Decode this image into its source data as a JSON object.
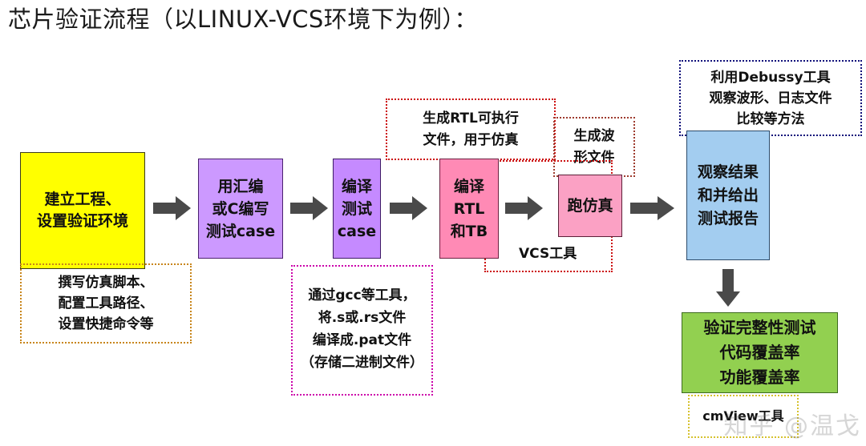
{
  "title": "芯片验证流程（以LINUX-VCS环境下为例）：",
  "watermark": "知乎 @温戈",
  "steps": [
    {
      "id": "setup",
      "lines": [
        "建立工程、",
        "设置验证环境"
      ],
      "color": "#ffff00"
    },
    {
      "id": "write-case",
      "lines": [
        "用汇编",
        "或C编写",
        "测试case"
      ],
      "color": "#cc99ff"
    },
    {
      "id": "compile-case",
      "lines": [
        "编译",
        "测试",
        "case"
      ],
      "color": "#c58aff"
    },
    {
      "id": "compile-rtl",
      "lines": [
        "编译",
        "RTL",
        "和TB"
      ],
      "color": "#ff8ab5"
    },
    {
      "id": "run-sim",
      "lines": [
        "跑仿真"
      ],
      "color": "#fba1c4"
    },
    {
      "id": "observe",
      "lines": [
        "观察结果",
        "和并给出",
        "测试报告"
      ],
      "color": "#a3cdf0"
    },
    {
      "id": "coverage",
      "lines": [
        "验证完整性测试",
        "代码覆盖率",
        "功能覆盖率"
      ],
      "color": "#92d050"
    }
  ],
  "notes": {
    "setup_note": {
      "lines": [
        "撰写仿真脚本、",
        "配置工具路径、",
        "设置快捷命令等"
      ],
      "color": "#c8851a"
    },
    "gcc_note": {
      "lines": [
        "通过gcc等工具，",
        "将.s或.rs文件",
        "编译成.pat文件",
        "（存储二进制文件）"
      ],
      "color": "#cc00aa"
    },
    "rtl_note": {
      "lines": [
        "生成RTL可执行",
        "文件，用于仿真"
      ],
      "color": "#cc1111"
    },
    "wave_note": {
      "lines": [
        "生成波",
        "形文件"
      ],
      "color": "#9e3b2e"
    },
    "debussy_note": {
      "lines": [
        "利用Debussy工具",
        "观察波形、日志文件",
        "比较等方法"
      ],
      "color": "#10107a"
    },
    "cmview_note": {
      "lines": [
        "cmView工具"
      ],
      "color": "#d6c22e"
    }
  },
  "labels": {
    "vcs_tool": "VCS工具"
  },
  "arrow_color": "#4a4a4a"
}
